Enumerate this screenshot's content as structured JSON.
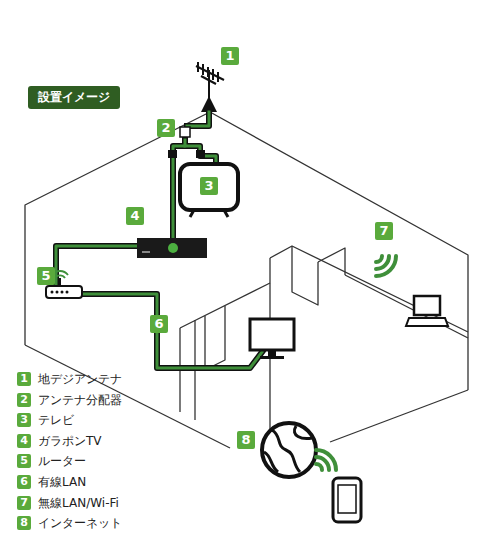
{
  "diagram": {
    "title": "設置イメージ",
    "labels": [
      "1",
      "2",
      "3",
      "4",
      "5",
      "6",
      "7",
      "8",
      "1",
      "2",
      "3",
      "4",
      "5",
      "6",
      "7",
      "8"
    ],
    "legend": [
      {
        "text": "地デジアンテナ"
      },
      {
        "text": "アンテナ分配器"
      },
      {
        "text": "テレビ"
      },
      {
        "text": "ガラポンTV"
      },
      {
        "text": "ルーター"
      },
      {
        "text": "有線LAN"
      },
      {
        "text": "無線LAN/Wi-Fi"
      },
      {
        "text": "インターネット"
      }
    ]
  }
}
